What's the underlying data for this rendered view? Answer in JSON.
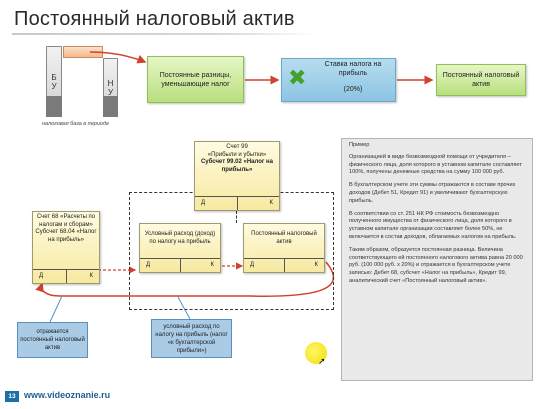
{
  "title": "Постоянный налоговый актив",
  "base": {
    "bu_letters": [
      "Б",
      "У"
    ],
    "nu_letters": [
      "Н",
      "У"
    ],
    "caption": "налоговая база в периоде"
  },
  "flow": {
    "diff_box": "Постоянные разницы, уменьшающие налог",
    "rate_box": "Ставка налога на прибыль",
    "rate_value": "(20%)",
    "result_box": "Постоянный налоговый актив"
  },
  "cards": {
    "acc99": {
      "lines": [
        "Счет 99",
        "«Прибыли и убытки»",
        "Субсчет 99.02 «Налог на прибыль»"
      ],
      "d": "Д",
      "k": "К"
    },
    "acc68": {
      "lines": [
        "Счет 68 «Расчеты по налогам и сборам»",
        "Субсчет 68.04 «Налог на прибыль»"
      ],
      "d": "Д",
      "k": "К"
    },
    "cond": {
      "lines": [
        "Условный расход (доход) по налогу на прибыль"
      ],
      "d": "Д",
      "k": "К"
    },
    "pna": {
      "lines": [
        "Постоянный налоговый актив"
      ],
      "d": "Д",
      "k": "К"
    }
  },
  "callouts": {
    "left": "отражается постоянный налоговый актив",
    "middle": "условный расход по налогу на прибыль (налог «к бухгалтерской прибыли»)"
  },
  "example": {
    "heading": "Пример",
    "paragraphs": [
      "Организацией в виде безвозмездной помощи от учредителя – физического лица, доля которого в уставном капитале составляет 100%, получены денежные средства на сумму 100 000 руб.",
      "В бухгалтерском учете эти суммы отражаются в составе прочих доходов (Дебет 51, Кредит 91) и увеличивают бухгалтерскую прибыль.",
      "В соответствии со ст. 251 НК РФ стоимость безвозмездно полученного имущества от физического лица, доля которого в уставном капитале организации составляет более 50%, не включается в состав доходов, облагаемых налогом на прибыль.",
      "Таким образом, образуется постоянная разница. Величина соответствующего ей постоянного налогового актива равна 20 000 руб. (100 000 руб. х 20%) и отражается в бухгалтерском учете записью: Дебет 68, субсчет «Налог на прибыль», Кредит 99, аналитический счет «Постоянный налоговый актив»."
    ]
  },
  "footer": {
    "slide_number": "13",
    "url": "www.videoznanie.ru"
  },
  "colors": {
    "green": "#b9df7e",
    "blue": "#8dc4e2",
    "card": "#f7e9a0",
    "arrow": "#d2412b"
  }
}
